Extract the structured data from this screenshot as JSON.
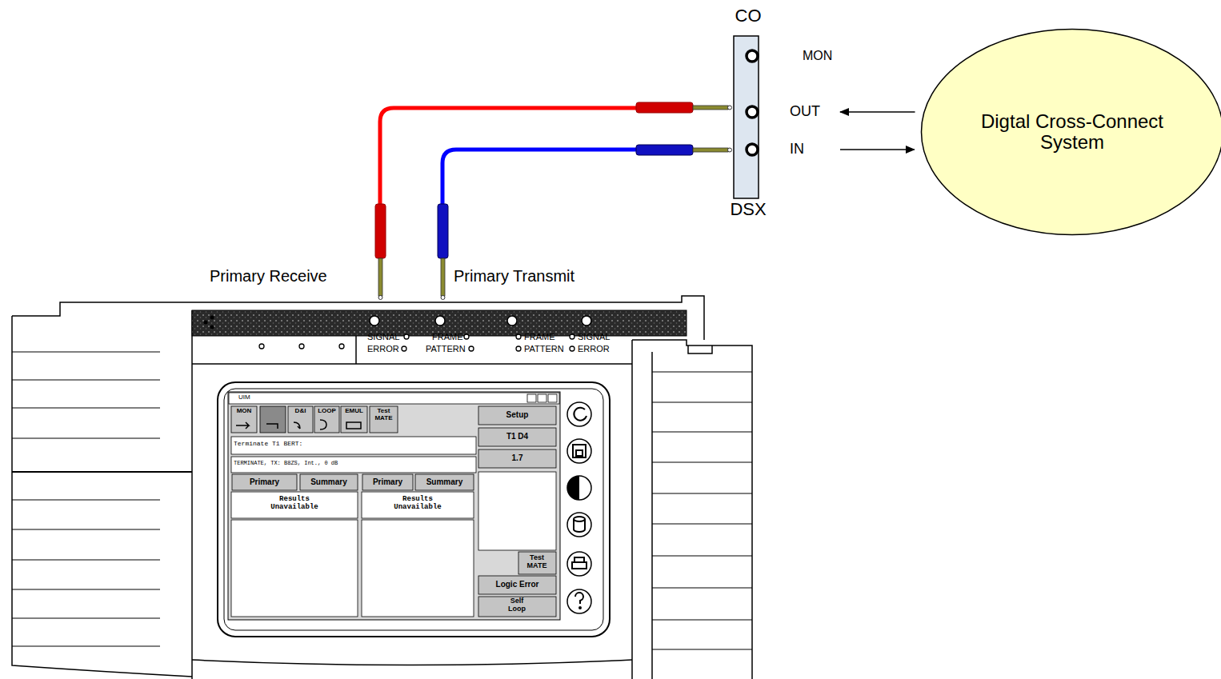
{
  "diagram": {
    "nodes": [
      {
        "text": [
          "CO",
          "DSX"
        ]
      },
      {
        "text": [
          "Digtal Cross-Connect System"
        ]
      }
    ],
    "edges": [
      {
        "from": 1,
        "to": 0,
        "arrow": "to"
      },
      {
        "from": 0,
        "to": 1,
        "arrow": "to"
      }
    ],
    "labels": [
      "MON",
      "OUT",
      "IN",
      "Primary Receive",
      "Primary Transmit",
      "SIGNAL",
      "ERROR",
      "FRAME",
      "PATTERN",
      "FRAME",
      "PATTERN",
      "SIGNAL",
      "ERROR",
      "UIM",
      "MON",
      "D&I",
      "LOOP",
      "EMUL",
      "Test MATE",
      "Setup",
      "Terminate T1 BERT:",
      "T1 D4",
      "TERMINATE, TX: B8ZS, Int., 0 dB",
      "1.7",
      "Primary",
      "Summary",
      "Primary",
      "Summary",
      "Results Unavailable",
      "Results Unavailable",
      "Test MATE",
      "Logic Error",
      "Self Loop"
    ]
  }
}
